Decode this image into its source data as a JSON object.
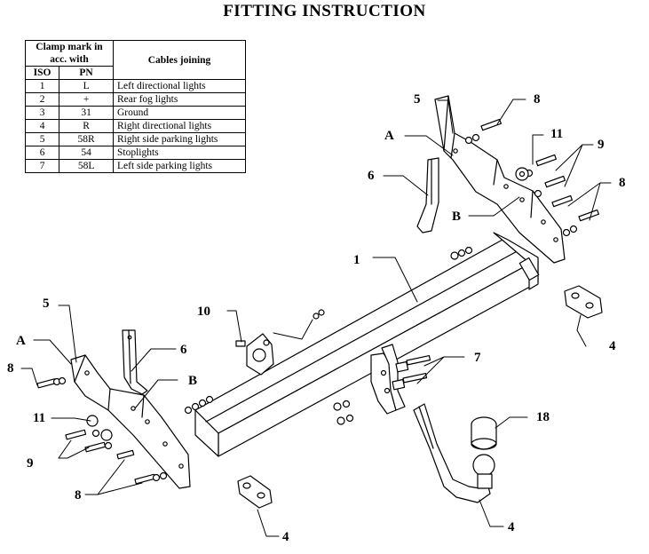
{
  "title": "FITTING INSTRUCTION",
  "table": {
    "header_clamp": "Clamp mark in acc. with",
    "header_iso": "ISO",
    "header_pn": "PN",
    "header_cables": "Cables joining",
    "rows": [
      {
        "iso": "1",
        "pn": "L",
        "desc": "Left directional lights"
      },
      {
        "iso": "2",
        "pn": "+",
        "desc": "Rear fog lights"
      },
      {
        "iso": "3",
        "pn": "31",
        "desc": "Ground"
      },
      {
        "iso": "4",
        "pn": "R",
        "desc": "Right directional lights"
      },
      {
        "iso": "5",
        "pn": "58R",
        "desc": "Right side parking lights"
      },
      {
        "iso": "6",
        "pn": "54",
        "desc": "Stoplights"
      },
      {
        "iso": "7",
        "pn": "58L",
        "desc": "Left side parking lights"
      }
    ]
  },
  "labels": {
    "main_bar": "1",
    "plate": "4",
    "ball_neck": "4",
    "plate_right": "4",
    "bracket_right": "5",
    "bracket_left": "5",
    "strap_right": "6",
    "strap_left": "6",
    "bolts_center": "7",
    "bolt_top_right": "8",
    "bolts_right": "8",
    "bolt_left": "8",
    "bolts_left_bottom": "8",
    "washers_right": "9",
    "washers_left": "9",
    "socket_bolt": "10",
    "spacer_right": "11",
    "spacer_left": "11",
    "ball_cover": "18",
    "point_a_right": "A",
    "point_a_left": "A",
    "point_b_right": "B",
    "point_b_left": "B"
  }
}
